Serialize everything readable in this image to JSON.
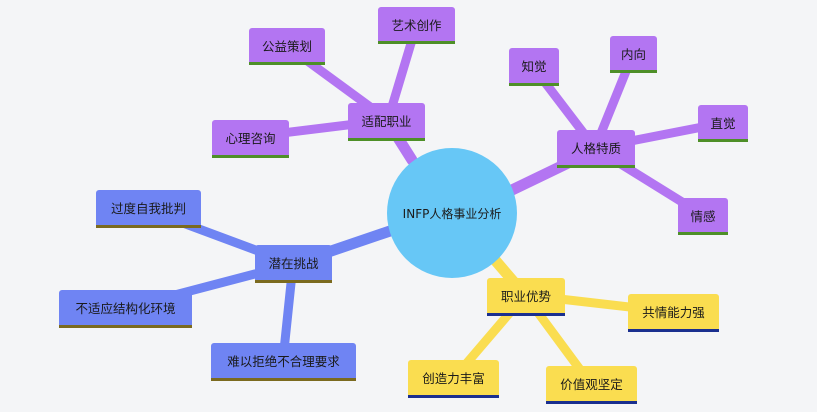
{
  "center": {
    "label": "INFP人格事业分析"
  },
  "colors": {
    "purple": "#b375f2",
    "blue": "#6f84f3",
    "yellow": "#fadd50",
    "center": "#67c7f6"
  },
  "branches": {
    "careers": {
      "label": "适配职业",
      "children": [
        "艺术创作",
        "公益策划",
        "心理咨询"
      ]
    },
    "traits": {
      "label": "人格特质",
      "children": [
        "知觉",
        "内向",
        "直觉",
        "情感"
      ]
    },
    "challenges": {
      "label": "潜在挑战",
      "children": [
        "过度自我批判",
        "不适应结构化环境",
        "难以拒绝不合理要求"
      ]
    },
    "strengths": {
      "label": "职业优势",
      "children": [
        "共情能力强",
        "价值观坚定",
        "创造力丰富"
      ]
    }
  }
}
